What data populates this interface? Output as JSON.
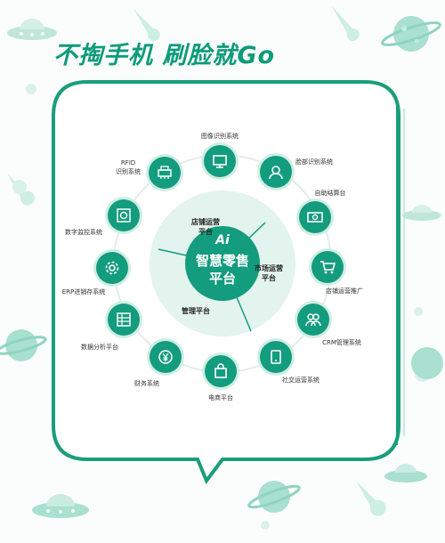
{
  "headline": "不掏手机 刷脸就Go",
  "hub": {
    "ai": "Ai",
    "line1": "智慧零售",
    "line2": "平台"
  },
  "segments": {
    "store_ops": [
      "店铺运营",
      "平台"
    ],
    "market_ops": [
      "市场运营",
      "平台"
    ],
    "management": "管理平台"
  },
  "nodes": [
    {
      "id": "image-recognition",
      "label": [
        "图像识别系统"
      ],
      "icon": "monitor-icon"
    },
    {
      "id": "face-recognition",
      "label": [
        "脸部识别系统"
      ],
      "icon": "face-icon"
    },
    {
      "id": "self-checkout",
      "label": [
        "自助结算台"
      ],
      "icon": "cash-icon"
    },
    {
      "id": "store-promotion",
      "label": [
        "店铺运营推广"
      ],
      "icon": "cart-icon"
    },
    {
      "id": "crm",
      "label": [
        "CRM管理系统"
      ],
      "icon": "users-icon"
    },
    {
      "id": "social-ops",
      "label": [
        "社交运营系统"
      ],
      "icon": "tablet-icon"
    },
    {
      "id": "ecommerce",
      "label": [
        "电商平台"
      ],
      "icon": "bag-icon"
    },
    {
      "id": "finance",
      "label": [
        "财务系统"
      ],
      "icon": "yuan-icon"
    },
    {
      "id": "data-analysis",
      "label": [
        "数据分析平台"
      ],
      "icon": "chart-icon"
    },
    {
      "id": "erp",
      "label": [
        "ERP进销存系统"
      ],
      "icon": "gear-icon"
    },
    {
      "id": "digital-monitoring",
      "label": [
        "数字监控系统"
      ],
      "icon": "camera-icon"
    },
    {
      "id": "rfid",
      "label": [
        "RFID",
        "识别系统"
      ],
      "icon": "printer-icon"
    }
  ],
  "colors": {
    "accent": "#139c7d",
    "frame": "#1a9d7b",
    "hub_outer": "#e3f3ee",
    "hub_inner": "#139c7d",
    "deco": "#bfe6d9"
  }
}
